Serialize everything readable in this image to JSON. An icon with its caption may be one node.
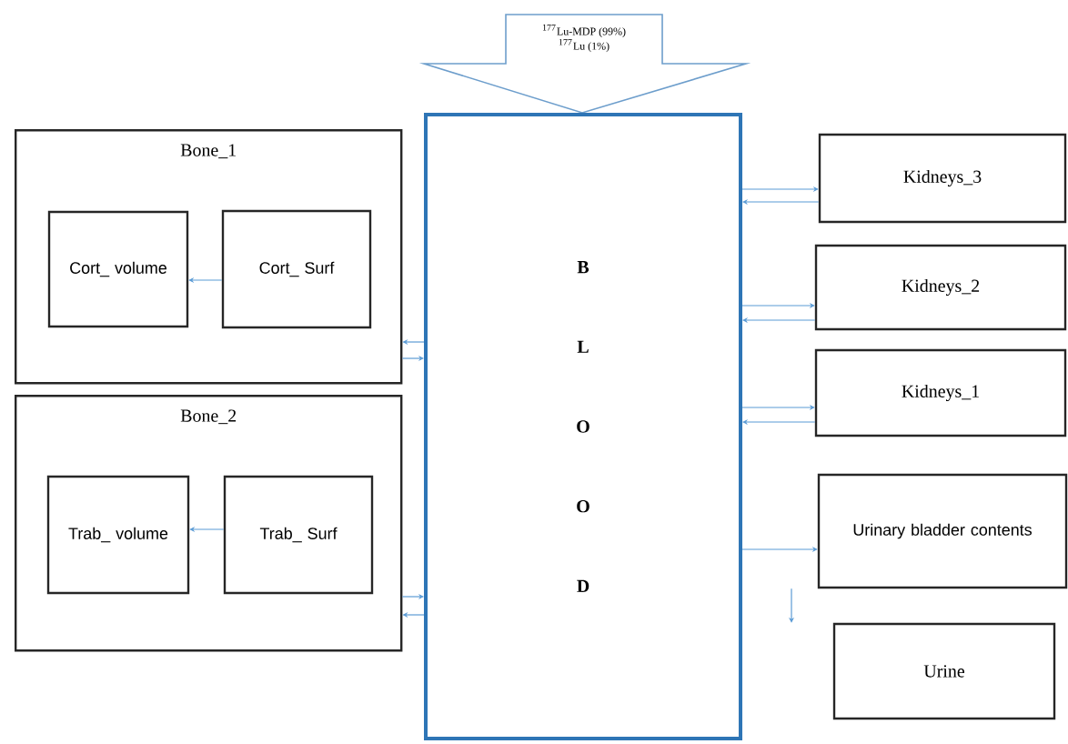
{
  "diagram": {
    "nodes": [
      {
        "text": [
          "$^{177}$Lu-MDP (99%)",
          "$^{177}$Lu (1%)"
        ]
      },
      {
        "text": [
          "B L O O D"
        ]
      },
      {
        "text": [
          "Bone_1"
        ]
      },
      {
        "text": [
          "Cort_ volume"
        ],
        "in": 2
      },
      {
        "text": [
          "Cort_ Surf"
        ],
        "in": 2
      },
      {
        "text": [
          "Bone_2"
        ]
      },
      {
        "text": [
          "Trab_ volume"
        ],
        "in": 5
      },
      {
        "text": [
          "Trab_ Surf"
        ],
        "in": 5
      },
      {
        "text": [
          "Kidneys_3"
        ]
      },
      {
        "text": [
          "Kidneys_2"
        ]
      },
      {
        "text": [
          "Kidneys_1"
        ]
      },
      {
        "text": [
          "Urinary bladder contents"
        ]
      },
      {
        "text": [
          "Urine"
        ]
      }
    ],
    "edges": [
      {
        "from": 4,
        "to": 3,
        "arrow": "to"
      },
      {
        "from": 7,
        "to": 6,
        "arrow": "to"
      },
      {
        "from": 1,
        "to": 2,
        "arrow": "to"
      },
      {
        "from": 2,
        "to": 1,
        "arrow": "to"
      },
      {
        "from": 5,
        "to": 1,
        "arrow": "to"
      },
      {
        "from": 1,
        "to": 5,
        "arrow": "to"
      },
      {
        "from": 1,
        "to": 8,
        "arrow": "to"
      },
      {
        "from": 8,
        "to": 1,
        "arrow": "to"
      },
      {
        "from": 1,
        "to": 9,
        "arrow": "to"
      },
      {
        "from": 9,
        "to": 1,
        "arrow": "to"
      },
      {
        "from": 1,
        "to": 10,
        "arrow": "to"
      },
      {
        "from": 10,
        "to": 1,
        "arrow": "to"
      },
      {
        "from": 1,
        "to": 11,
        "arrow": "to"
      },
      {
        "from": 11,
        "to": 12,
        "arrow": "to"
      }
    ]
  }
}
